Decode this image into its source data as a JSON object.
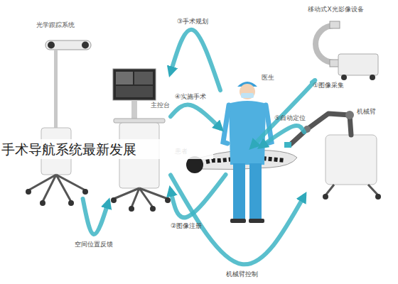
{
  "diagram": {
    "title": "手术导航系统最新发展",
    "nodes": [
      {
        "text": [
          "光学跟踪系统"
        ]
      },
      {
        "text": [
          "主控台"
        ]
      },
      {
        "text": [
          "医生"
        ]
      },
      {
        "text": [
          "移动式X光影像设备"
        ]
      },
      {
        "text": [
          "机械臂"
        ]
      },
      {
        "text": [
          "患者"
        ]
      }
    ],
    "edges": [
      {
        "from": 2,
        "to": 1,
        "label": "③手术规划",
        "arrow": "to"
      },
      {
        "from": 1,
        "to": 2,
        "label": "④实施手术",
        "arrow": "to"
      },
      {
        "from": 3,
        "to": 5,
        "label": "①图像采集",
        "arrow": "to"
      },
      {
        "from": 5,
        "to": 1,
        "label": "②图像注册",
        "arrow": "to"
      },
      {
        "from": 1,
        "to": 4,
        "label": "机械臂控制",
        "arrow": "to"
      },
      {
        "from": 0,
        "to": 1,
        "label": "空间位置反馈",
        "arrow": "to"
      },
      {
        "from": 4,
        "to": 5,
        "label": "⑤自动定位",
        "arrow": "to"
      }
    ]
  }
}
